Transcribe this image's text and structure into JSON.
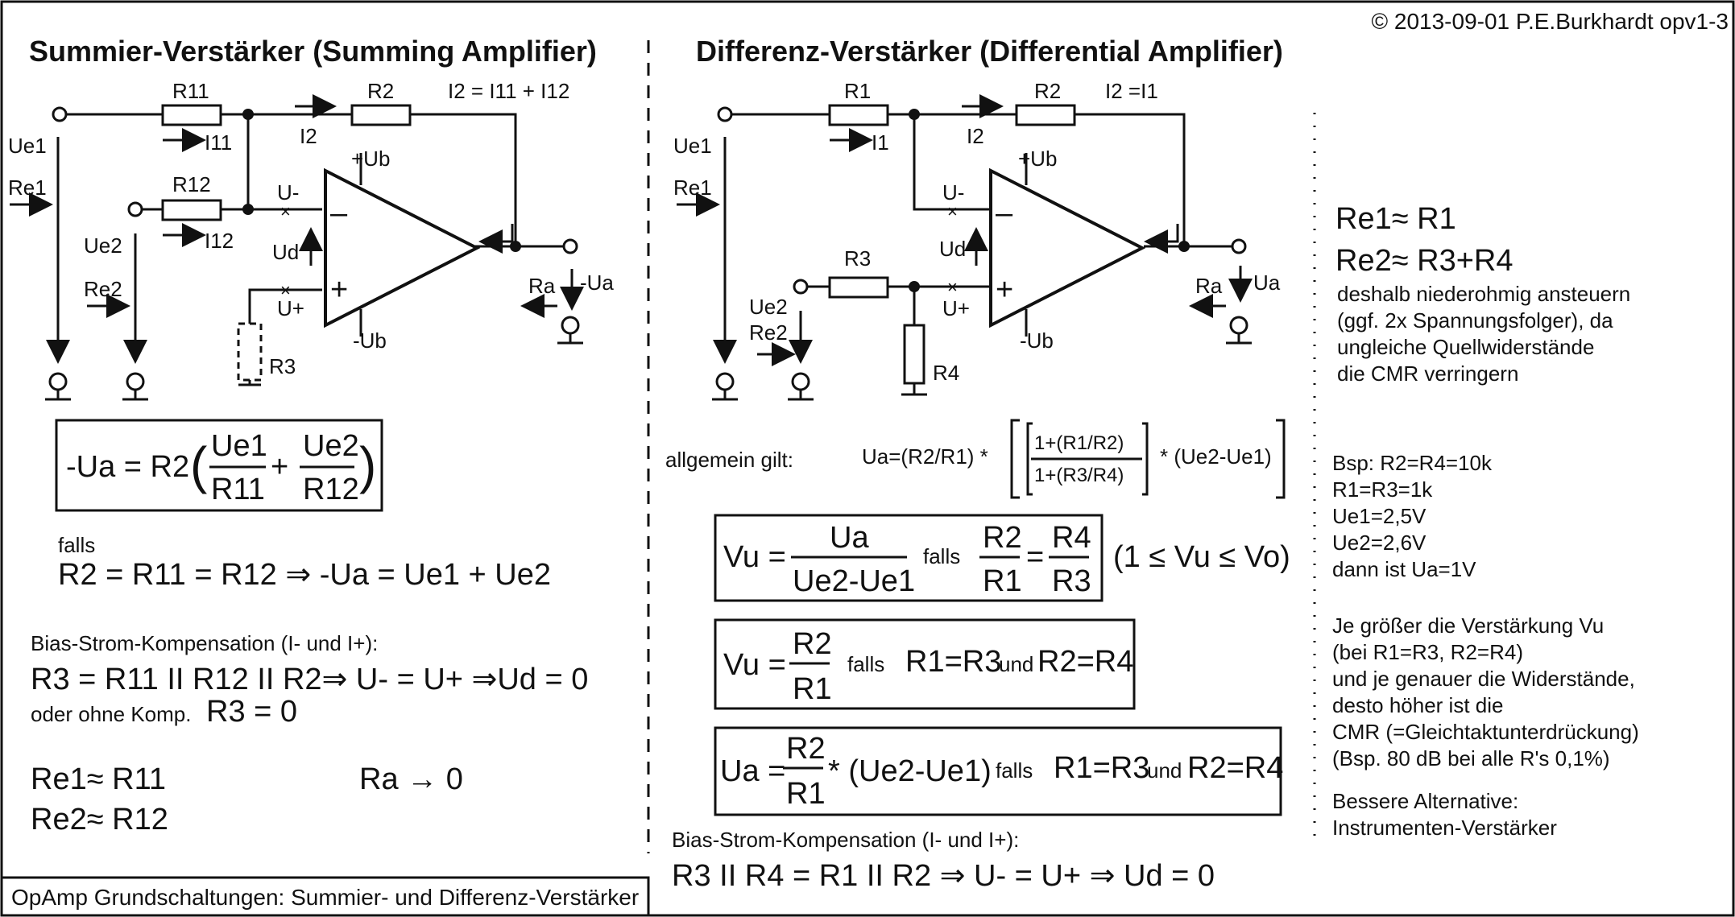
{
  "copyright": "© 2013-09-01 P.E.Burkhardt opv1-3",
  "footer": "OpAmp Grundschaltungen: Summier- und Differenz-Verstärker",
  "left": {
    "title": "Summier-Verstärker (Summing Amplifier)",
    "labels": {
      "r11": "R11",
      "r2": "R2",
      "i2eq": "I2 = I11 + I12",
      "ue1": "Ue1",
      "i11": "I11",
      "i2": "I2",
      "ub_plus": "+Ub",
      "re1": "Re1",
      "r12": "R12",
      "u_minus": "U-",
      "i12": "I12",
      "ue2": "Ue2",
      "ud": "Ud",
      "re2": "Re2",
      "u_plus": "U+",
      "ra": "Ra",
      "neg_ua": "-Ua",
      "ub_minus": "-Ub",
      "r3": "R3"
    },
    "formula_main": {
      "lhs": "-Ua = R2",
      "n1": "Ue1",
      "d1": "R11",
      "plus": "+",
      "n2": "Ue2",
      "d2": "R12"
    },
    "falls": "falls",
    "falls_eq": "R2 = R11 = R12 ⇒  -Ua = Ue1 + Ue2",
    "bias_title": "Bias-Strom-Kompensation (I- und I+):",
    "bias_eq": "R3 = R11 II R12 II R2⇒ U- = U+  ⇒Ud = 0",
    "bias_alt_small": "oder ohne Komp.",
    "bias_alt_big": "R3 = 0",
    "re1_note": "Re1≈ R11",
    "re2_note": "Re2≈ R12",
    "ra_note": "Ra → 0"
  },
  "middle": {
    "title": "Differenz-Verstärker (Differential Amplifier)",
    "labels": {
      "r1": "R1",
      "r2": "R2",
      "i2eq": "I2 =I1",
      "ue1": "Ue1",
      "i1": "I1",
      "i2": "I2",
      "ub_plus": "+Ub",
      "re1": "Re1",
      "u_minus": "U-",
      "ud": "Ud",
      "r3": "R3",
      "u_plus": "U+",
      "ra": "Ra",
      "ua": "Ua",
      "ue2": "Ue2",
      "re2": "Re2",
      "ub_minus": "-Ub",
      "r4": "R4"
    },
    "general_label": "allgemein gilt:",
    "general_formula": {
      "lhs": "Ua=(R2/R1) *",
      "num": "1+(R1/R2)",
      "den": "1+(R3/R4)",
      "rhs": "* (Ue2-Ue1)"
    },
    "box1": {
      "lhs": "Vu =",
      "num": "Ua",
      "den": "Ue2-Ue1",
      "falls": "falls",
      "n1": "R2",
      "d1": "R1",
      "eq": "=",
      "n2": "R4",
      "d2": "R3",
      "range": "(1 ≤ Vu ≤ Vo)"
    },
    "box2": {
      "lhs": "Vu =",
      "num": "R2",
      "den": "R1",
      "falls": "falls",
      "cond1": "R1=R3",
      "und": "und",
      "cond2": "R2=R4"
    },
    "box3": {
      "lhs": "Ua =",
      "num": "R2",
      "den": "R1",
      "rhs": "* (Ue2-Ue1)",
      "falls": "falls",
      "cond1": "R1=R3",
      "und": "und",
      "cond2": "R2=R4"
    },
    "bias_title": "Bias-Strom-Kompensation (I- und I+):",
    "bias_eq": "R3 II R4 = R1 II R2 ⇒ U- = U+  ⇒ Ud = 0"
  },
  "right": {
    "re1": "Re1≈ R1",
    "re2": "Re2≈ R3+R4",
    "lines1": [
      "deshalb niederohmig ansteuern",
      "(ggf. 2x Spannungsfolger), da",
      "ungleiche Quellwiderstände",
      "die CMR verringern"
    ],
    "lines2": [
      "Bsp: R2=R4=10k",
      "R1=R3=1k",
      "Ue1=2,5V",
      "Ue2=2,6V",
      "dann ist Ua=1V"
    ],
    "lines3": [
      "Je größer die Verstärkung Vu",
      "(bei R1=R3, R2=R4)",
      "und je genauer die Widerstände,",
      "desto höher ist die",
      "CMR (=Gleichtaktunterdrückung)",
      "(Bsp. 80 dB bei alle R's 0,1%)"
    ],
    "lines4": [
      "Bessere Alternative:",
      "Instrumenten-Verstärker"
    ]
  }
}
